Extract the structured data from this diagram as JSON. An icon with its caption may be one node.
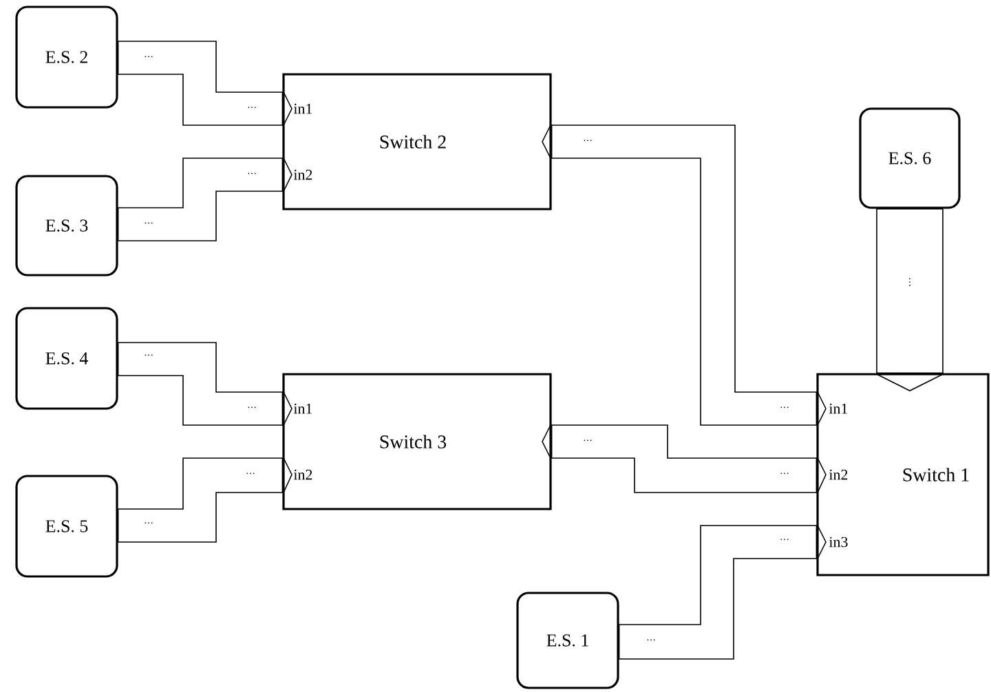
{
  "diagram": {
    "nodes": [
      {
        "text": [
          "E.S. 2"
        ]
      },
      {
        "text": [
          "Switch 2",
          "$in1$",
          "$in2$"
        ]
      },
      {
        "text": [
          "E.S. 3"
        ]
      },
      {
        "text": [
          "E.S. 6"
        ]
      },
      {
        "text": [
          "E.S. 4"
        ]
      },
      {
        "text": [
          "Switch 3",
          "$in1$",
          "$in2$"
        ]
      },
      {
        "text": [
          "E.S. 5"
        ]
      },
      {
        "text": [
          "Switch 1",
          "$in1$",
          "$in2$",
          "$in3$"
        ]
      },
      {
        "text": [
          "E.S. 1"
        ]
      }
    ],
    "edges": [
      {
        "from": 0,
        "to": 1,
        "arrow": "none"
      },
      {
        "from": 2,
        "to": 1,
        "arrow": "none"
      },
      {
        "from": 1,
        "to": 7,
        "arrow": "none"
      },
      {
        "from": 3,
        "to": 7,
        "arrow": "none"
      },
      {
        "from": 4,
        "to": 5,
        "arrow": "none"
      },
      {
        "from": 6,
        "to": 5,
        "arrow": "none"
      },
      {
        "from": 5,
        "to": 7,
        "arrow": "none"
      },
      {
        "from": 8,
        "to": 7,
        "arrow": "none"
      }
    ],
    "labels": [
      "⋯",
      "⋯",
      "⋯",
      "⋯",
      "⋯",
      "⋮",
      "⋯",
      "⋯",
      "⋯",
      "⋯",
      "⋯",
      "⋯",
      "⋯",
      "⋯",
      "⋯"
    ]
  }
}
